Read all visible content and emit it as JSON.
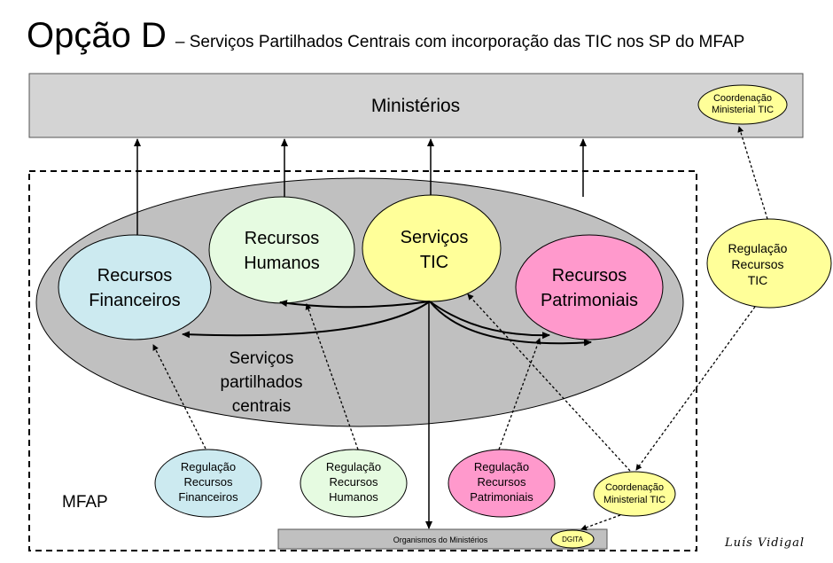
{
  "title": {
    "main": "Opção D",
    "subtitle": "– Serviços Partilhados Centrais com incorporação das TIC nos SP do MFAP"
  },
  "ministerios": {
    "label": "Ministérios",
    "coordenacao_l1": "Coordenação",
    "coordenacao_l2": "Ministerial TIC"
  },
  "shared_services": {
    "label_l1": "Serviços",
    "label_l2": "partilhados",
    "label_l3": "centrais"
  },
  "nodes": {
    "rf_l1": "Recursos",
    "rf_l2": "Financeiros",
    "rh_l1": "Recursos",
    "rh_l2": "Humanos",
    "tic_l1": "Serviços",
    "tic_l2": "TIC",
    "rp_l1": "Recursos",
    "rp_l2": "Patrimoniais"
  },
  "regulation": {
    "tic_l1": "Regulação",
    "tic_l2": "Recursos",
    "tic_l3": "TIC",
    "rf_l1": "Regulação",
    "rf_l2": "Recursos",
    "rf_l3": "Financeiros",
    "rh_l1": "Regulação",
    "rh_l2": "Recursos",
    "rh_l3": "Humanos",
    "rp_l1": "Regulação",
    "rp_l2": "Recursos",
    "rp_l3": "Patrimoniais"
  },
  "mfap": {
    "label": "MFAP",
    "coord_l1": "Coordenação",
    "coord_l2": "Ministerial TIC"
  },
  "organismos": {
    "label": "Organismos do Ministérios",
    "dgita": "DGITA"
  },
  "signature": "Luís Vidigal",
  "colors": {
    "grey_box": "#d4d4d4",
    "shared_ellipse": "#c0c0c0",
    "financeiros": "#cceaf0",
    "humanos": "#e6fbe1",
    "tic": "#ffff99",
    "patrimoniais": "#ff99cc"
  }
}
